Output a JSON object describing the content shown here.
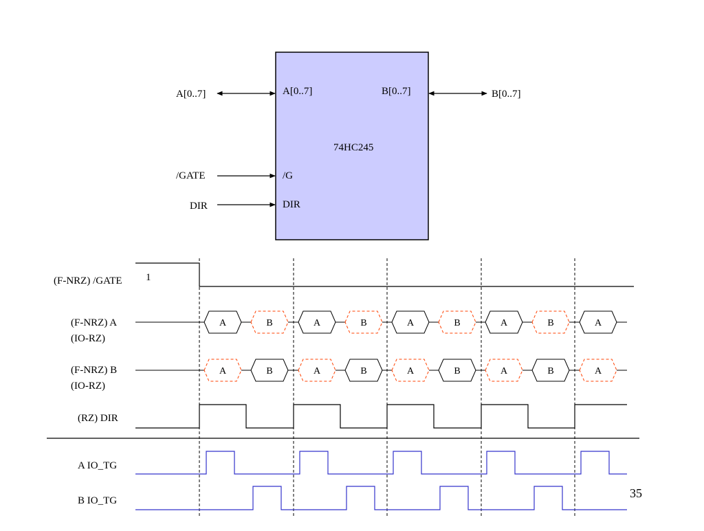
{
  "chip": {
    "name": "74HC245",
    "fill": "#ccccff",
    "left_pins": [
      "A[0..7]",
      "/G",
      "DIR"
    ],
    "right_pin": "B[0..7]"
  },
  "external": {
    "a_bus": "A[0..7]",
    "b_bus": "B[0..7]",
    "gate": "/GATE",
    "dir": "DIR"
  },
  "timing": {
    "gate_label": "(F-NRZ)  /GATE",
    "gate_initial": "1",
    "a_label": [
      "(F-NRZ)  A",
      "(IO-RZ)"
    ],
    "b_label": [
      "(F-NRZ)  B",
      "(IO-RZ)"
    ],
    "dir_label": "(RZ)  DIR",
    "a_io_label": "A  IO_TG",
    "b_io_label": "B  IO_TG",
    "a_cells": [
      "A",
      "B",
      "A",
      "B",
      "A",
      "B",
      "A",
      "B",
      "A"
    ],
    "b_cells": [
      "A",
      "B",
      "A",
      "B",
      "A",
      "B",
      "A",
      "B",
      "A"
    ],
    "driven_color": "#000000",
    "high_z_color": "#ff4000",
    "io_color": "#3333cc"
  },
  "page_number": "35"
}
